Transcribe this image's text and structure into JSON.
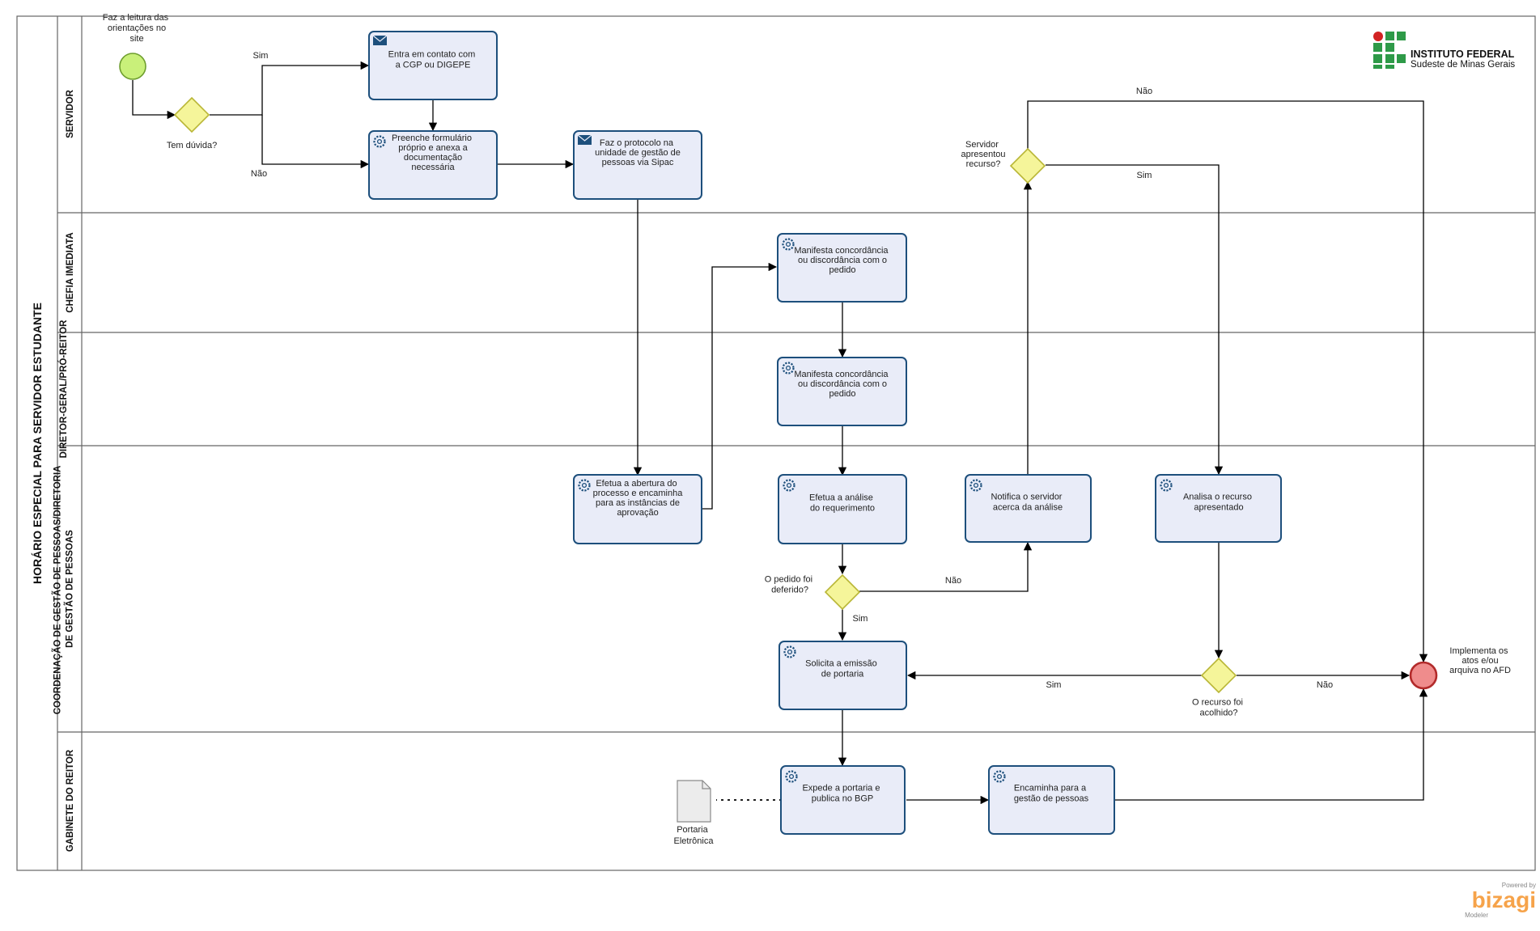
{
  "pool": {
    "title": "HORÁRIO ESPECIAL PARA SERVIDOR ESTUDANTE",
    "lanes": [
      "SERVIDOR",
      "CHEFIA IMEDIATA",
      "DIRETOR-GERAL/PRÓ-REITOR",
      "COORDENAÇÃO DE GESTÃO DE PESSOAS/DIRETORIA DE GESTÃO DE PESSOAS",
      "GABINETE DO REITOR"
    ]
  },
  "events": {
    "start_label": "Faz a leitura das orientações no site",
    "end_label": "Implementa os atos e/ou arquiva no AFD"
  },
  "tasks": {
    "contato": "Entra em contato com a CGP ou DIGEPE",
    "preenche": "Preenche formulário próprio e anexa a documentação necessária",
    "protocolo": "Faz o protocolo na unidade de gestão de pessoas via Sipac",
    "abertura": "Efetua a abertura do processo e encaminha para as instâncias de aprovação",
    "chefia": "Manifesta concordância ou discordância com o pedido",
    "diretor": "Manifesta concordância ou discordância com o pedido",
    "analise": "Efetua a análise do requerimento",
    "notifica": "Notifica o servidor acerca da análise",
    "recurso": "Analisa o recurso apresentado",
    "solicita": "Solicita a emissão de portaria",
    "expede": "Expede a portaria e publica no BGP",
    "encaminha": "Encaminha para a gestão de pessoas"
  },
  "gateways": {
    "duvida": "Tem dúvida?",
    "apresentou": "Servidor apresentou recurso?",
    "deferido": "O pedido foi deferido?",
    "acolhido": "O recurso foi acolhido?"
  },
  "flow_labels": {
    "duvida_sim": "Sim",
    "duvida_nao": "Não",
    "apresentou_nao": "Não",
    "apresentou_sim": "Sim",
    "deferido_nao": "Não",
    "deferido_sim": "Sim",
    "acolhido_sim": "Sim",
    "acolhido_nao": "Não"
  },
  "artifact": {
    "label": "Portaria Eletrônica"
  },
  "brand": {
    "name": "INSTITUTO FEDERAL",
    "subtitle": "Sudeste de Minas Gerais"
  },
  "footer": {
    "powered": "Powered by",
    "product": "bizagi",
    "edition": "Modeler"
  },
  "colors": {
    "task_fill": "#e9ecf8",
    "task_stroke": "#1d4f7c",
    "start_fill": "#c9f07a",
    "end_fill": "#ef8c8c",
    "gateway_fill": "#f5f59a",
    "brand_green": "#2e9a48",
    "brand_red": "#d22323",
    "bizagi_orange": "#f6a34a"
  }
}
